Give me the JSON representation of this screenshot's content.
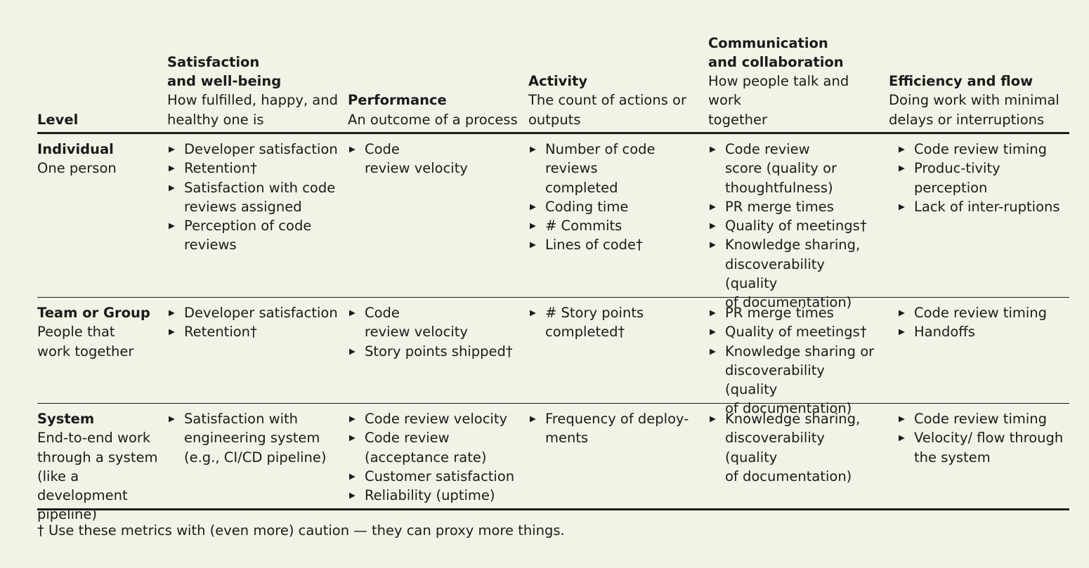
{
  "header": {
    "level": {
      "title": "Level",
      "desc": ""
    },
    "columns": [
      {
        "title": "Satisfaction and well-being",
        "title_lines": [
          "Satisfaction",
          "and well-being"
        ],
        "desc_lines": [
          "How fulfilled, happy, and",
          "healthy one is"
        ]
      },
      {
        "title": "Performance",
        "title_lines": [
          "Performance"
        ],
        "desc_lines": [
          "An outcome of a process"
        ]
      },
      {
        "title": "Activity",
        "title_lines": [
          "Activity"
        ],
        "desc_lines": [
          "The count of actions or",
          "outputs"
        ]
      },
      {
        "title": "Communication and collaboration",
        "title_lines": [
          "Communication",
          "and collaboration"
        ],
        "desc_lines": [
          "How people talk and work",
          "together"
        ]
      },
      {
        "title": "Efficiency and flow",
        "title_lines": [
          "Efficiency and flow"
        ],
        "desc_lines": [
          "Doing work with minimal",
          " delays or interruptions"
        ]
      }
    ]
  },
  "rows": [
    {
      "level_name": "Individual",
      "level_desc_lines": [
        "One person"
      ],
      "cells": [
        [
          [
            "Developer satisfaction"
          ],
          [
            "Retention†"
          ],
          [
            "Satisfaction with code",
            "reviews assigned"
          ],
          [
            "Perception of code",
            "reviews"
          ]
        ],
        [
          [
            "Code",
            "review velocity"
          ]
        ],
        [
          [
            "Number of code reviews",
            "completed"
          ],
          [
            "Coding time"
          ],
          [
            "# Commits"
          ],
          [
            "Lines of code†"
          ]
        ],
        [
          [
            "Code review",
            "score (quality or",
            "thoughtfulness)"
          ],
          [
            "PR merge times"
          ],
          [
            "Quality of meetings†"
          ],
          [
            "Knowledge sharing,",
            "discoverability (quality",
            "of documentation)"
          ]
        ],
        [
          [
            "Code review timing"
          ],
          [
            "Produc-tivity",
            "perception"
          ],
          [
            "Lack of inter-ruptions"
          ]
        ]
      ]
    },
    {
      "level_name": "Team or Group",
      "level_desc_lines": [
        "People that",
        "work together"
      ],
      "cells": [
        [
          [
            "Developer satisfaction"
          ],
          [
            "Retention†"
          ]
        ],
        [
          [
            "Code",
            "review velocity"
          ],
          [
            "Story points shipped†"
          ]
        ],
        [
          [
            "# Story points",
            "completed†"
          ]
        ],
        [
          [
            "PR merge times"
          ],
          [
            "Quality of meetings†"
          ],
          [
            "Knowledge sharing or",
            "discoverability (quality",
            "of documentation)"
          ]
        ],
        [
          [
            "Code review timing"
          ],
          [
            "Handoffs"
          ]
        ]
      ]
    },
    {
      "level_name": "System",
      "level_desc_lines": [
        "End-to-end work",
        "through a system",
        "(like a development",
        "pipeline)"
      ],
      "cells": [
        [
          [
            "Satisfaction with",
            "engineering system",
            "(e.g., CI/CD pipeline)"
          ]
        ],
        [
          [
            "Code review velocity"
          ],
          [
            "Code review",
            "(acceptance rate)"
          ],
          [
            "Customer satisfaction"
          ],
          [
            "Reliability (uptime)"
          ]
        ],
        [
          [
            "Frequency of deploy-",
            "ments"
          ]
        ],
        [
          [
            "Knowledge sharing,",
            "discoverability (quality",
            "of documentation)"
          ]
        ],
        [
          [
            "Code review timing"
          ],
          [
            "Velocity/ flow through",
            "the system"
          ]
        ]
      ]
    }
  ],
  "footnote": "† Use these metrics with (even more) caution — they can proxy more things."
}
